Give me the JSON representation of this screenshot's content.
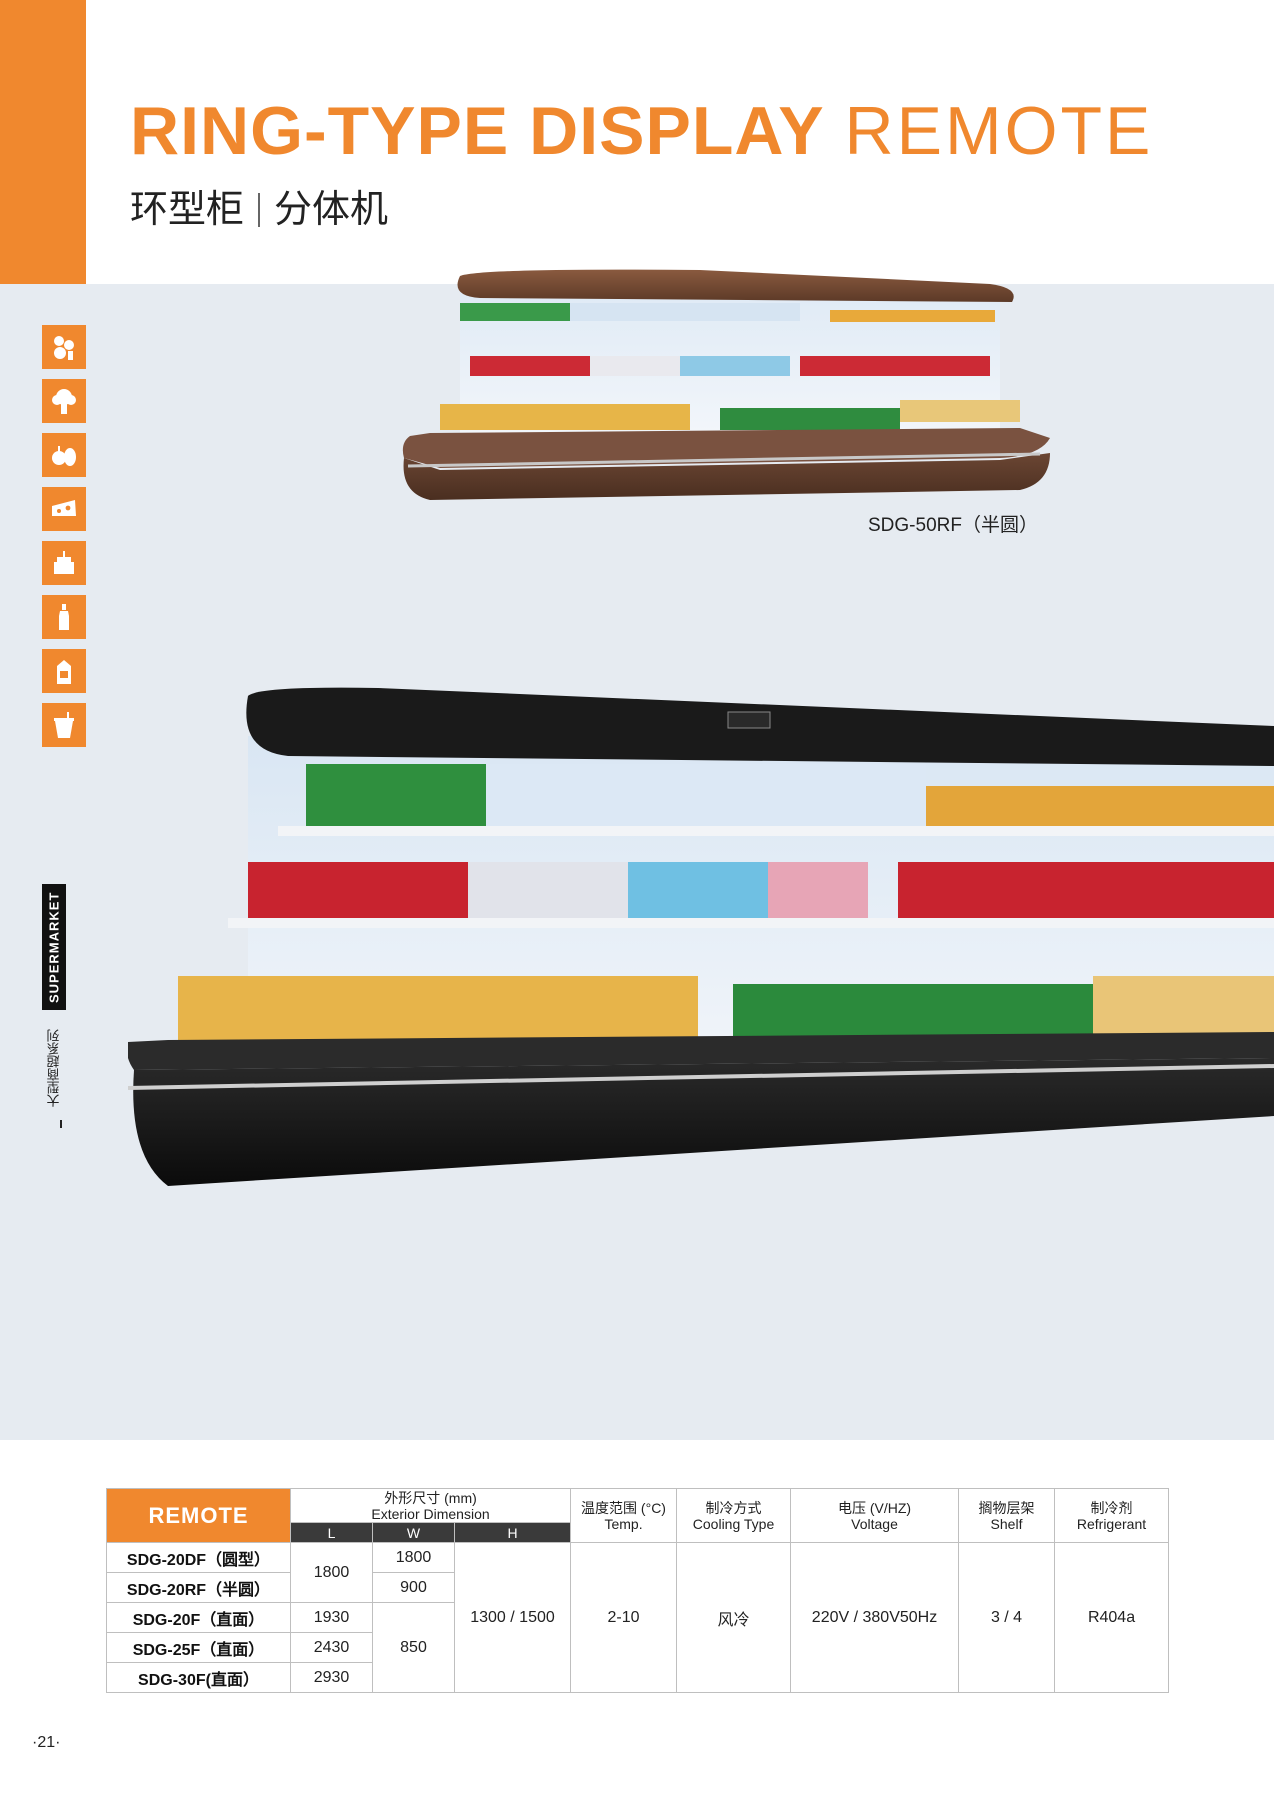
{
  "header": {
    "title_bold": "RING-TYPE DISPLAY",
    "title_light": "REMOTE",
    "subtitle_left": "环型柜",
    "subtitle_right": "分体机"
  },
  "sidebar": {
    "category_icons": [
      "produce-icon",
      "vegetable-icon",
      "fruit-icon",
      "cheese-icon",
      "cake-icon",
      "bottle-icon",
      "milk-carton-icon",
      "yogurt-icon"
    ],
    "label_en": "SUPERMARKET",
    "label_zh": "大型商超系列"
  },
  "products": {
    "small_caption": "SDG-50RF（半圆）"
  },
  "spec_table": {
    "remote_label": "REMOTE",
    "dimension_header_zh": "外形尺寸 (mm)",
    "dimension_header_en": "Exterior Dimension",
    "dim_L": "L",
    "dim_W": "W",
    "dim_H": "H",
    "temp_header_zh": "温度范围 (°C)",
    "temp_header_en": "Temp.",
    "cooling_header_zh": "制冷方式",
    "cooling_header_en": "Cooling Type",
    "voltage_header_zh": "电压 (V/HZ)",
    "voltage_header_en": "Voltage",
    "shelf_header_zh": "搁物层架",
    "shelf_header_en": "Shelf",
    "refrigerant_header_zh": "制冷剂",
    "refrigerant_header_en": "Refrigerant",
    "models": [
      "SDG-20DF（圆型）",
      "SDG-20RF（半圆）",
      "SDG-20F（直面）",
      "SDG-25F（直面）",
      "SDG-30F(直面）"
    ],
    "L_1800": "1800",
    "L_1930": "1930",
    "L_2430": "2430",
    "L_2930": "2930",
    "W_1800": "1800",
    "W_900": "900",
    "W_850": "850",
    "H": "1300 / 1500",
    "temp": "2-10",
    "cooling": "风冷",
    "voltage": "220V / 380V50Hz",
    "shelf": "3 / 4",
    "refrigerant": "R404a"
  },
  "footer": {
    "page_number": "·21·"
  },
  "colors": {
    "accent": "#f0882e",
    "panel": "#e6ebf1"
  }
}
